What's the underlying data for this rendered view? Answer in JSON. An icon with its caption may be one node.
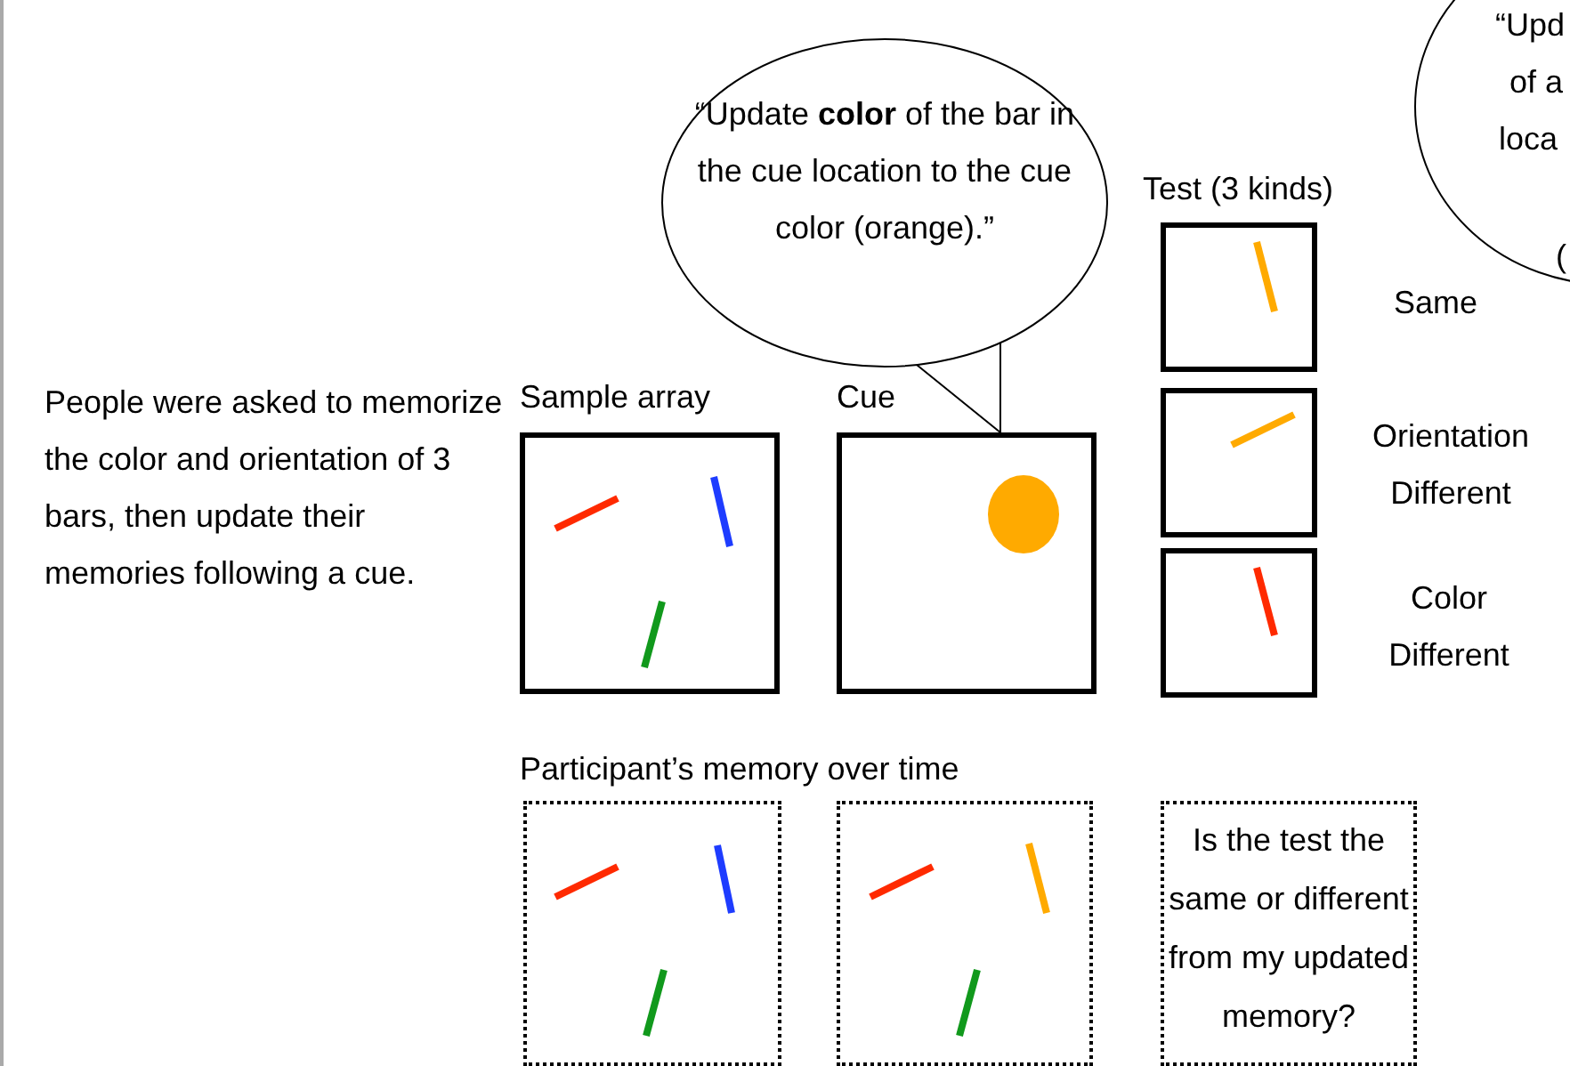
{
  "diagram": {
    "nodes": [
      {
        "text": [
          "“Update **color** of the bar in the cue location to the cue color (orange).”"
        ]
      },
      {
        "text": [
          "Sample array"
        ]
      },
      {
        "text": [
          "Cue"
        ]
      },
      {
        "text": [],
        "shape": "box"
      },
      {
        "text": [],
        "shape": "box",
        "beside": [
          "Orientation Different"
        ]
      },
      {
        "text": [],
        "shape": "box",
        "beside": [
          "Color Different"
        ]
      },
      {
        "text": [],
        "shape": "box"
      },
      {
        "text": [],
        "shape": "box"
      },
      {
        "text": [
          "Is the test the same or different from my updated memory?"
        ]
      },
      {
        "text": [
          "“Upd",
          "of a",
          "loca",
          "("
        ]
      }
    ],
    "edges": [
      {
        "from": 0,
        "to": 2,
        "arrow": "none"
      }
    ],
    "labels": [
      "People were asked to memorize the color and orientation of 3 bars, then update their memories following a cue.",
      "Test (3 kinds)",
      "Same",
      "Participant’s memory over time"
    ]
  }
}
